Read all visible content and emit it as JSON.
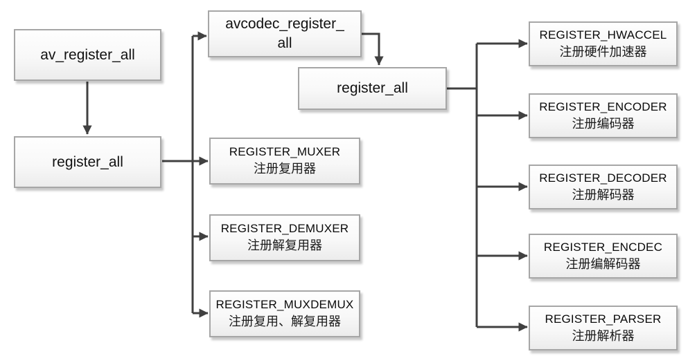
{
  "diagram": {
    "background_color": "#ffffff",
    "box_border_color": "#a6a6a6",
    "box_fill_top": "#fefefe",
    "box_fill_bottom": "#ececec",
    "connector_color": "#404040",
    "text_color": "#000000",
    "nodes": {
      "av_register_all": {
        "label": "av_register_all"
      },
      "register_all_main": {
        "label": "register_all"
      },
      "avcodec_register_all": {
        "label": "avcodec_register_all"
      },
      "register_all_codec": {
        "label": "register_all"
      },
      "register_muxer": {
        "title": "REGISTER_MUXER",
        "subtitle": "注册复用器"
      },
      "register_demuxer": {
        "title": "REGISTER_DEMUXER",
        "subtitle": "注册解复用器"
      },
      "register_muxdemux": {
        "title": "REGISTER_MUXDEMUX",
        "subtitle": "注册复用、解复用器"
      },
      "register_hwaccel": {
        "title": "REGISTER_HWACCEL",
        "subtitle": "注册硬件加速器"
      },
      "register_encoder": {
        "title": "REGISTER_ENCODER",
        "subtitle": "注册编码器"
      },
      "register_decoder": {
        "title": "REGISTER_DECODER",
        "subtitle": "注册解码器"
      },
      "register_encdec": {
        "title": "REGISTER_ENCDEC",
        "subtitle": "注册编解码器"
      },
      "register_parser": {
        "title": "REGISTER_PARSER",
        "subtitle": "注册解析器"
      }
    },
    "edges": [
      {
        "from": "av_register_all",
        "to": "register_all_main"
      },
      {
        "from": "register_all_main",
        "to": "avcodec_register_all"
      },
      {
        "from": "register_all_main",
        "to": "register_muxer"
      },
      {
        "from": "register_all_main",
        "to": "register_demuxer"
      },
      {
        "from": "register_all_main",
        "to": "register_muxdemux"
      },
      {
        "from": "avcodec_register_all",
        "to": "register_all_codec"
      },
      {
        "from": "register_all_codec",
        "to": "register_hwaccel"
      },
      {
        "from": "register_all_codec",
        "to": "register_encoder"
      },
      {
        "from": "register_all_codec",
        "to": "register_decoder"
      },
      {
        "from": "register_all_codec",
        "to": "register_encdec"
      },
      {
        "from": "register_all_codec",
        "to": "register_parser"
      }
    ]
  }
}
